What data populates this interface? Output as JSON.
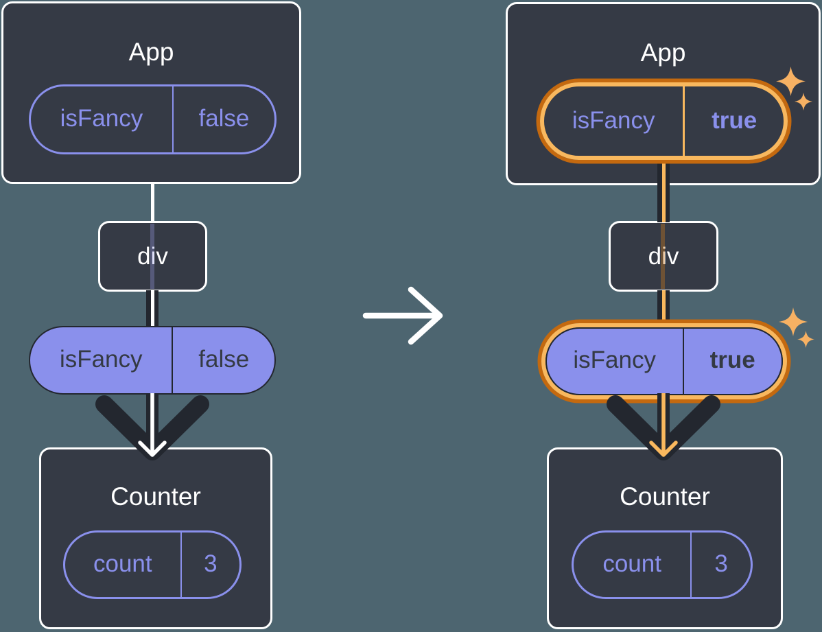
{
  "colors": {
    "background": "#4d6570",
    "card_bg": "#353a45",
    "card_border": "#ffffff",
    "purple": "#8a90ec",
    "dark": "#23272f",
    "text_on_purple": "#343a43",
    "orange_outer": "#c4690f",
    "orange_inner": "#f9b85e",
    "sparkle": "#f7b163",
    "white": "#ffffff"
  },
  "before": {
    "app": {
      "title": "App",
      "state_name": "isFancy",
      "state_value": "false"
    },
    "div_label": "div",
    "prop": {
      "name": "isFancy",
      "value": "false"
    },
    "counter": {
      "title": "Counter",
      "state_name": "count",
      "state_value": "3"
    }
  },
  "after": {
    "app": {
      "title": "App",
      "state_name": "isFancy",
      "state_value": "true"
    },
    "div_label": "div",
    "prop": {
      "name": "isFancy",
      "value": "true"
    },
    "counter": {
      "title": "Counter",
      "state_name": "count",
      "state_value": "3"
    }
  }
}
